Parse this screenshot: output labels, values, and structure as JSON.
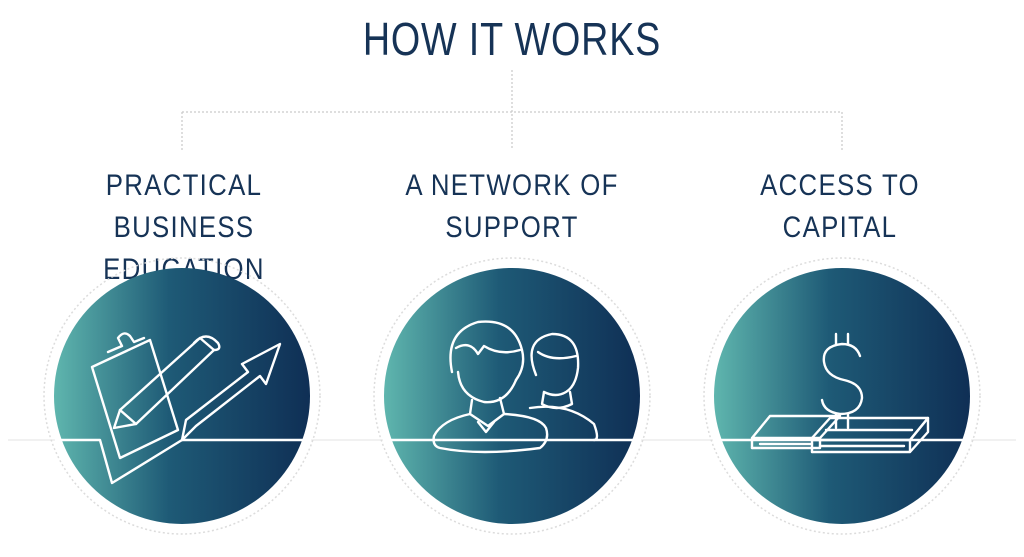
{
  "header": {
    "title": "HOW IT WORKS"
  },
  "pillars": [
    {
      "line1": "PRACTICAL BUSINESS",
      "line2": "EDUCATION",
      "icon": "education-arrow-clipboard-icon"
    },
    {
      "line1": "A NETWORK OF",
      "line2": "SUPPORT",
      "icon": "people-network-icon"
    },
    {
      "line1": "ACCESS TO",
      "line2": "CAPITAL",
      "icon": "dollar-money-stack-icon"
    }
  ],
  "colors": {
    "title": "#163356",
    "gradient_start": "#5fb6ae",
    "gradient_mid": "#1e5a76",
    "gradient_end": "#0f2f55",
    "connector": "#c9c9c9",
    "icon_stroke": "#ffffff"
  }
}
